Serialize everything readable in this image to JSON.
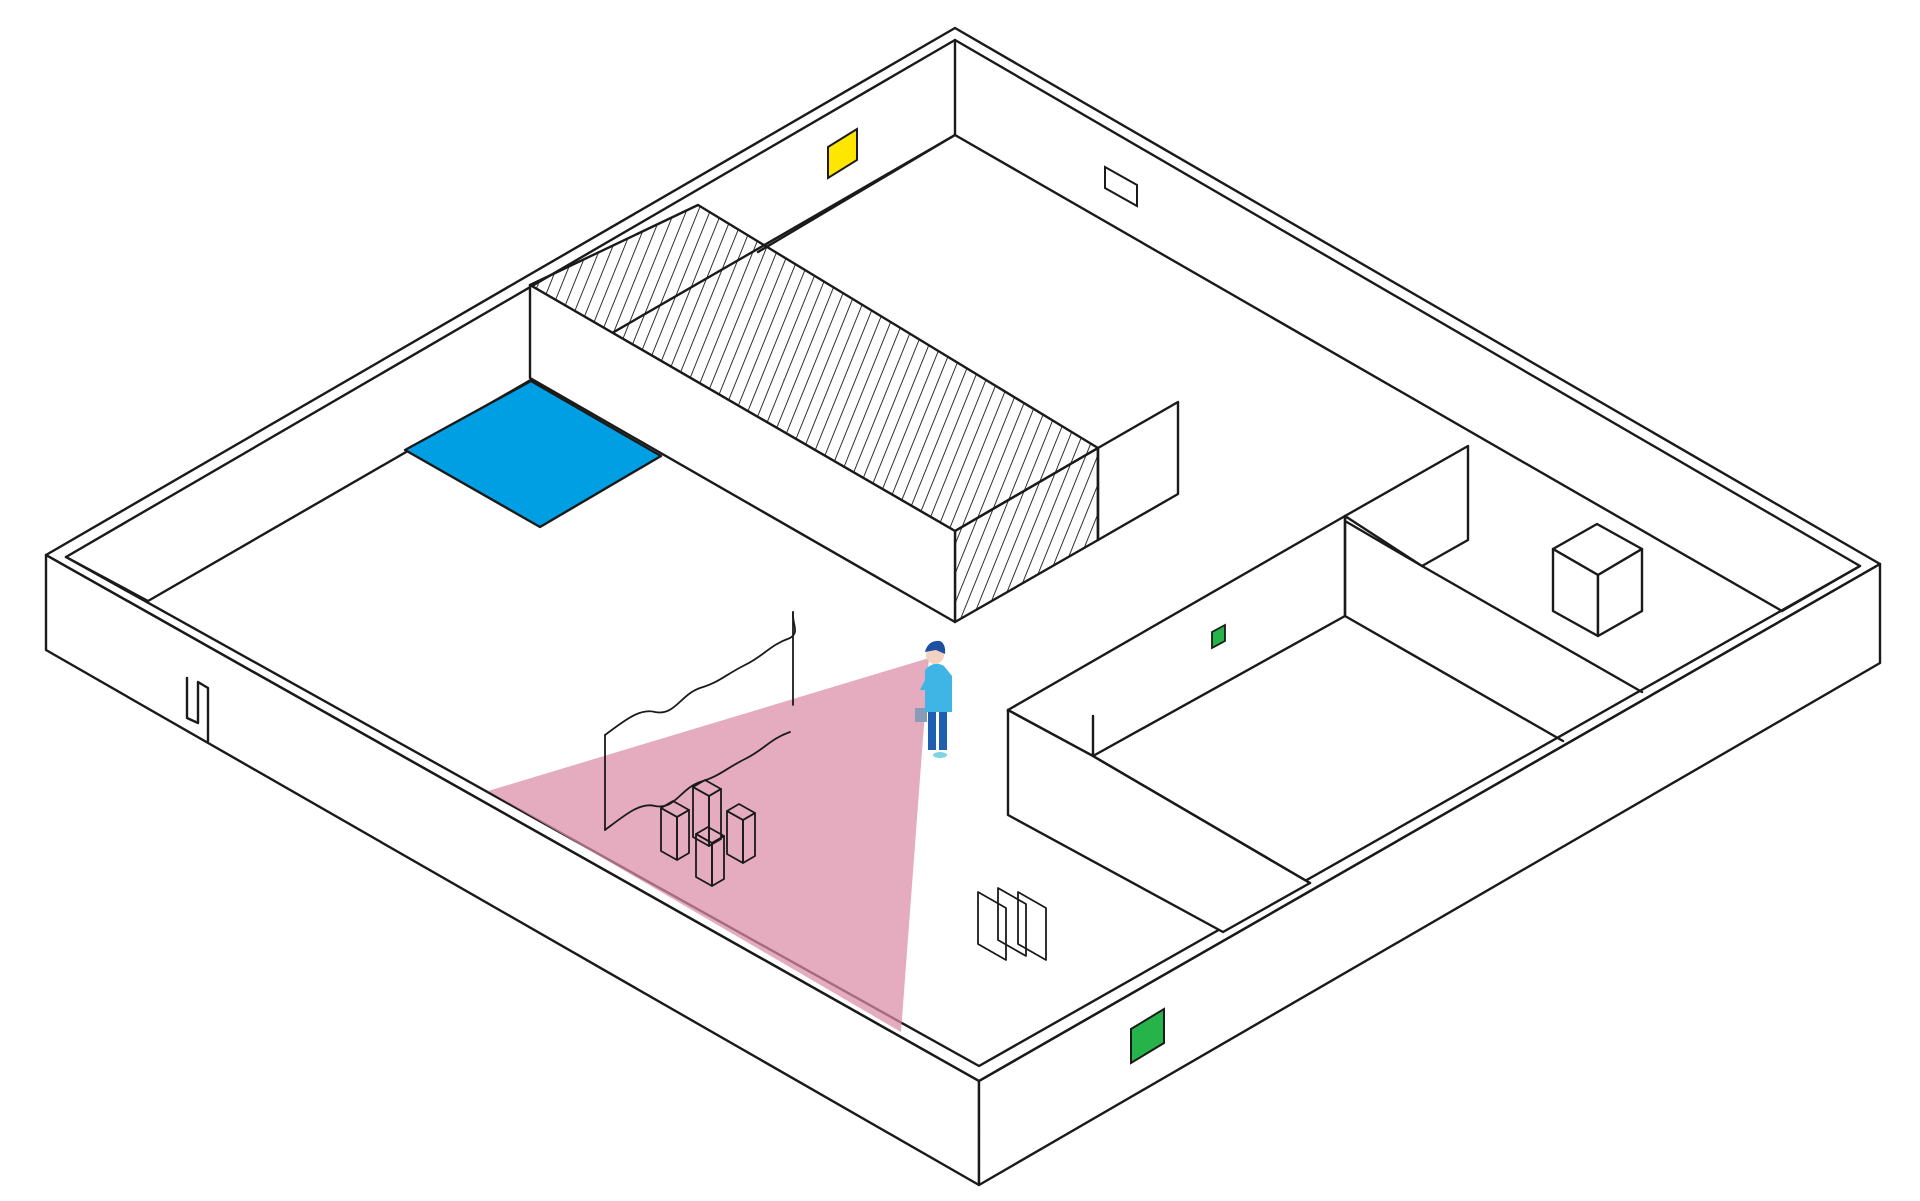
{
  "diagram": {
    "kind": "isometric gallery floor plan",
    "colors": {
      "line": "#1a1a1a",
      "background": "#ffffff",
      "floor_panel": "#009fe3",
      "sensor_yellow": "#ffe600",
      "sensor_green": "#26b34a",
      "view_cone": "#d98ca5",
      "person_shirt": "#3fb5e5",
      "person_pants": "#1f5fb0",
      "person_hair": "#1f4fa0"
    },
    "elements": [
      "outer-walls",
      "hatched-partition-block",
      "blue-floor-panel",
      "yellow-wall-sensor",
      "white-wall-sign",
      "inner-room-enclosure",
      "white-cube",
      "small-green-sensor",
      "large-green-sensor",
      "wavy-screen",
      "pedestal-group",
      "glass-panels",
      "visitor-figure",
      "view-cone"
    ]
  }
}
